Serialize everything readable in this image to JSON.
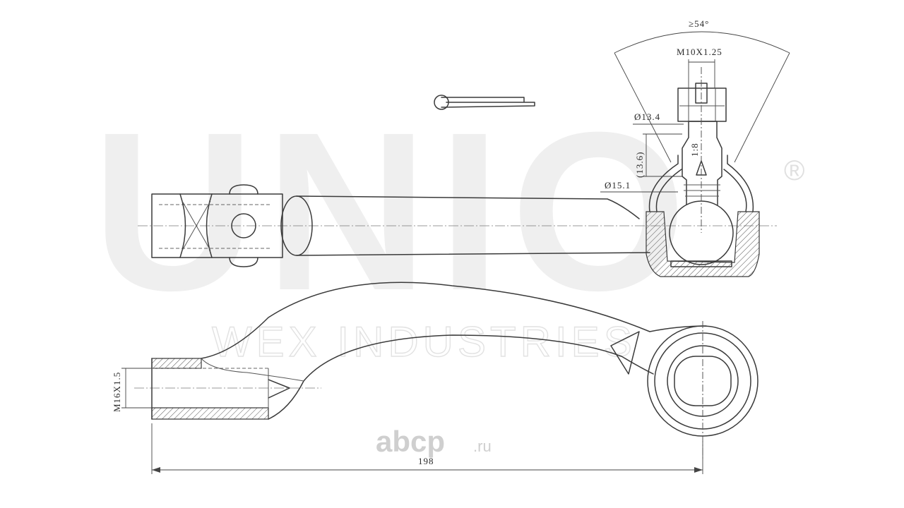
{
  "watermark": {
    "brand": "UNIO",
    "registered_mark": "®",
    "subtitle": "WEX INDUSTRIES"
  },
  "site_logo": {
    "name": "abcp",
    "tld": ".ru"
  },
  "dimensions": {
    "angle": "≥54°",
    "thread_top": "M10X1.25",
    "dia_1": "Ø13.4",
    "length_1": "(13.6)",
    "taper": "1:8",
    "dia_2": "Ø15.1",
    "thread_side": "M16X1.5",
    "overall_length": "198"
  },
  "colors": {
    "line": "#3a3a3a",
    "watermark": "#efefef",
    "logo": "#cfcfcf"
  }
}
